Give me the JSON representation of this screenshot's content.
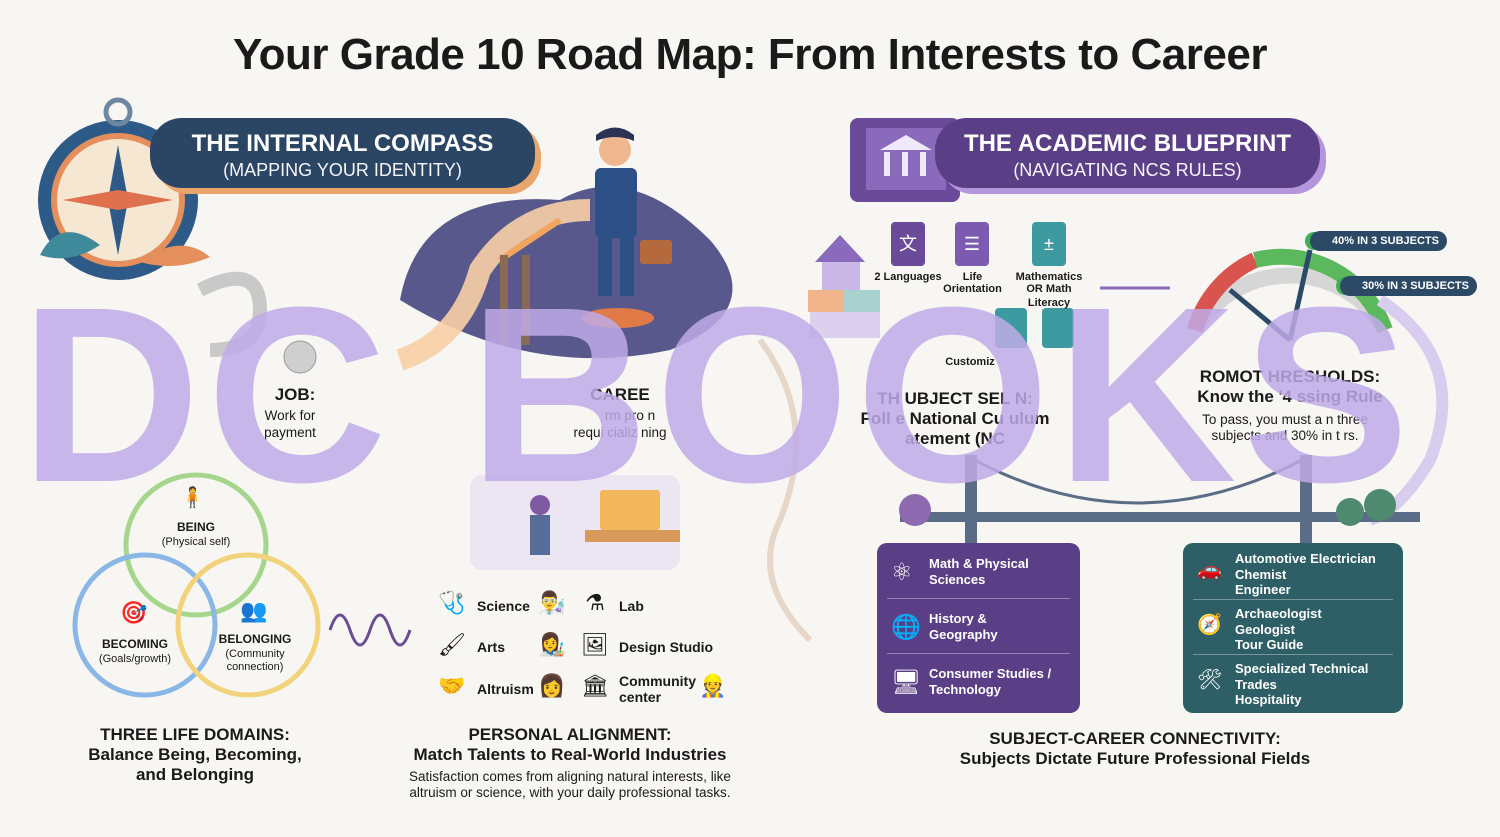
{
  "title": "Your Grade 10 Road Map: From Interests to Career",
  "compass": {
    "heading": "THE INTERNAL COMPASS",
    "subheading": "(MAPPING YOUR IDENTITY)"
  },
  "blueprint": {
    "heading": "THE ACADEMIC BLUEPRINT",
    "subheading": "(NAVIGATING NCS RULES)"
  },
  "job": {
    "heading": "JOB:",
    "text_line1": "Work for",
    "text_line2": "payment"
  },
  "career": {
    "heading": "CAREE",
    "text_line1": "rm pro n",
    "text_line2": "requi cializ ning"
  },
  "domains": {
    "being": {
      "label": "BEING",
      "sub": "(Physical self)"
    },
    "becoming": {
      "label": "BECOMING",
      "sub": "(Goals/growth)"
    },
    "belonging": {
      "label": "BELONGING",
      "sub_line1": "(Community",
      "sub_line2": "connection)"
    },
    "heading_line1": "THREE LIFE DOMAINS:",
    "heading_line2": "Balance Being, Becoming,",
    "heading_line3": "and Belonging"
  },
  "alignment": {
    "rows": [
      {
        "left": "Science",
        "right": "Lab"
      },
      {
        "left": "Arts",
        "right": "Design Studio"
      },
      {
        "left": "Altruism",
        "right_line1": "Community",
        "right_line2": "center"
      }
    ],
    "heading_line1": "PERSONAL ALIGNMENT:",
    "heading_line2": "Match Talents to Real-World Industries",
    "desc_line1": "Satisfaction comes from aligning natural interests, like",
    "desc_line2": "altruism or science, with your daily professional tasks."
  },
  "subjects": {
    "books": [
      {
        "label_line1": "2 Languages",
        "label_line2": ""
      },
      {
        "label_line1": "Life",
        "label_line2": "Orientation"
      },
      {
        "label_line1": "Mathematics",
        "label_line2": "OR Math Literacy"
      }
    ],
    "customize": "Customiz",
    "heading_line1": "TH UBJECT SEL N:",
    "heading_line2": "Foll e National Cu ulum",
    "heading_line3": "atement (NC"
  },
  "thresholds": {
    "badge1": "40% IN 3 SUBJECTS",
    "badge2": "30% IN 3 SUBJECTS",
    "heading_line1": "ROMOT HRESHOLDS:",
    "heading_line2": "Know the '4 ssing Rule",
    "desc_line1": "To pass, you must a n three",
    "desc_line2": "subjects and 30% in t rs."
  },
  "connectivity": {
    "subjects_panel": [
      {
        "line1": "Math & Physical",
        "line2": "Sciences",
        "icon": "atom-icon"
      },
      {
        "line1": "History &",
        "line2": "Geography",
        "icon": "globe-icon"
      },
      {
        "line1": "Consumer Studies /",
        "line2": "Technology",
        "icon": "devices-icon"
      }
    ],
    "careers_panel": [
      {
        "line1": "Automotive Electrician",
        "line2": "Chemist",
        "line3": "Engineer",
        "icon": "car-icon"
      },
      {
        "line1": "Archaeologist",
        "line2": "Geologist",
        "line3": "Tour Guide",
        "icon": "explorer-icon"
      },
      {
        "line1": "Specialized Technical",
        "line2": "Trades",
        "line3": "Hospitality",
        "icon": "tools-icon"
      }
    ],
    "heading_line1": "SUBJECT-CAREER CONNECTIVITY:",
    "heading_line2": "Subjects Dictate Future Professional Fields"
  },
  "watermark": "DC BOOKS",
  "colors": {
    "navy": "#2b4564",
    "purple": "#5b3f86",
    "teal": "#2f5f66",
    "orange": "#e9a66c"
  }
}
